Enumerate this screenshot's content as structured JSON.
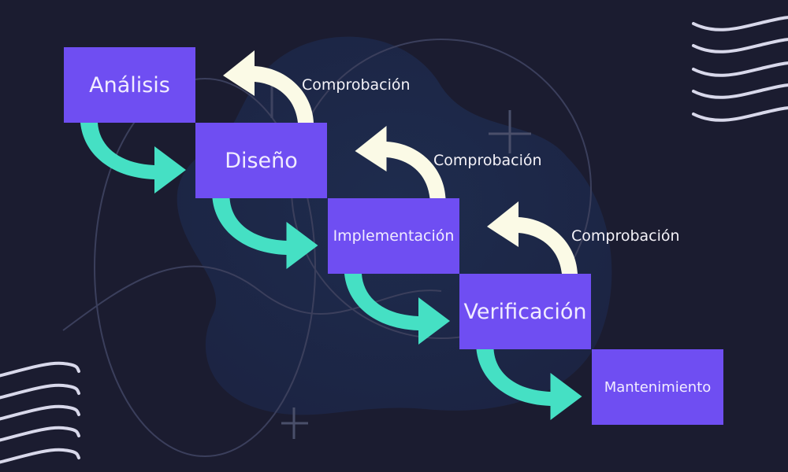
{
  "stages": [
    {
      "label": "Análisis"
    },
    {
      "label": "Diseño"
    },
    {
      "label": "Implementación"
    },
    {
      "label": "Verificación"
    },
    {
      "label": "Mantenimiento"
    }
  ],
  "feedback": [
    {
      "label": "Comprobación"
    },
    {
      "label": "Comprobación"
    },
    {
      "label": "Comprobación"
    }
  ],
  "colors": {
    "background": "#1b1c30",
    "blob": "#1c2a48",
    "stage_box": "#6f4ef2",
    "forward_arrow": "#45e0c4",
    "feedback_arrow": "#fbfae6",
    "waves": "#d8d8ea"
  }
}
